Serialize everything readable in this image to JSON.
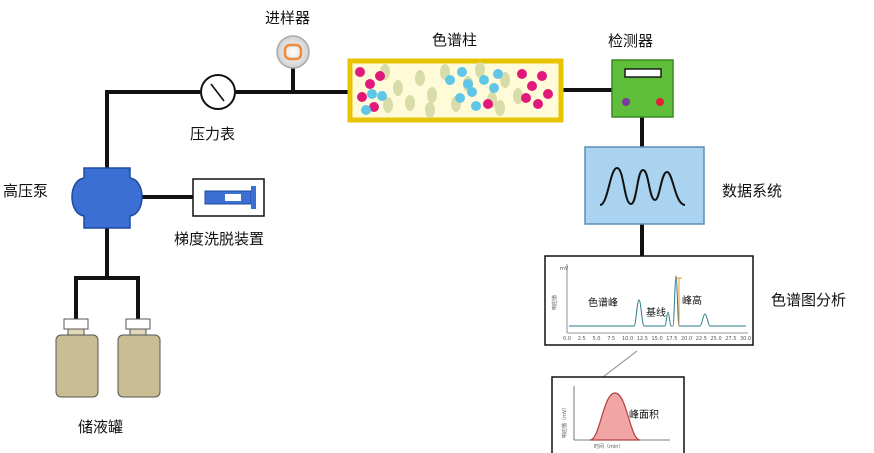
{
  "labels": {
    "injector": "进样器",
    "column": "色谱柱",
    "detector": "检测器",
    "pressure_gauge": "压力表",
    "pump": "高压泵",
    "gradient": "梯度洗脱装置",
    "data_system": "数据系统",
    "chromatogram_analysis": "色谱图分析",
    "reservoir": "储液罐"
  },
  "chromatogram": {
    "peak_label": "色谱峰",
    "baseline_label": "基线",
    "peak_height_label": "峰高",
    "y_unit": "mV",
    "y_title": "响应值",
    "x_ticks": [
      "0.0",
      "2.5",
      "5.0",
      "7.5",
      "10.0",
      "12.5",
      "15.0",
      "17.5",
      "20.0",
      "22.5",
      "25.0",
      "27.5",
      "30.0"
    ]
  },
  "inset": {
    "peak_area_label": "峰面积",
    "y_title": "响应值（mV）",
    "x_title": "时间（min）"
  },
  "colors": {
    "pipe": "#111111",
    "component_blue": "#3b6fd4",
    "column_border": "#e8c400",
    "detector_green": "#5fbf3a",
    "data_system_blue": "#a9d3ee",
    "bead_magenta": "#e0197b",
    "bead_cyan": "#5fc6e8",
    "bead_olive": "#d8dca8",
    "bottle": "#c9be93",
    "peak_fill": "#f2a5a5"
  }
}
